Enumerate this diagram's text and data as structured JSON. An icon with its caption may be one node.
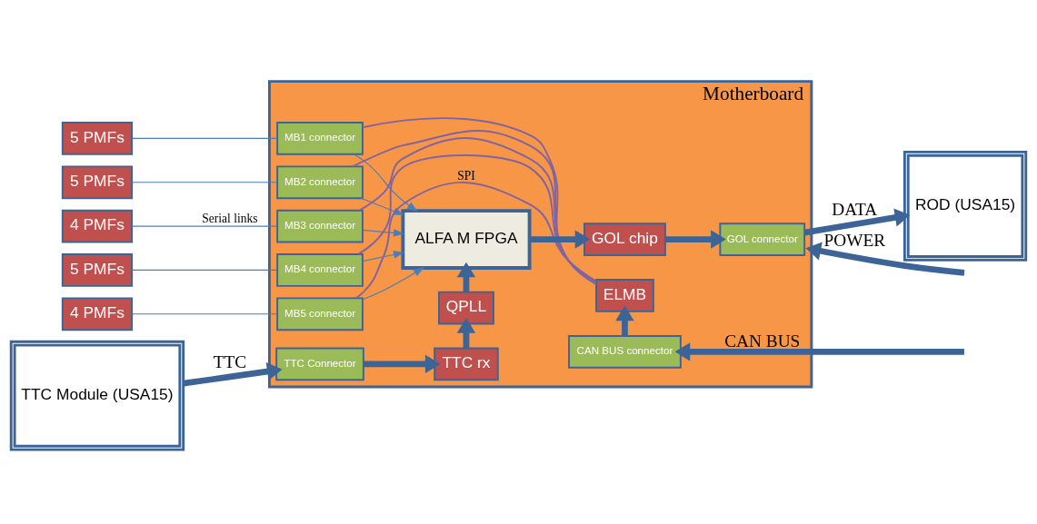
{
  "diagram": {
    "nodes": [
      {
        "text": [
          "Motherboard"
        ]
      },
      {
        "text": [
          "5 PMFs"
        ]
      },
      {
        "text": [
          "5 PMFs"
        ]
      },
      {
        "text": [
          "4 PMFs"
        ]
      },
      {
        "text": [
          "5 PMFs"
        ]
      },
      {
        "text": [
          "4 PMFs"
        ]
      },
      {
        "text": [
          "MB1 connector"
        ],
        "in": 0
      },
      {
        "text": [
          "MB2 connector"
        ],
        "in": 0
      },
      {
        "text": [
          "MB3 connector"
        ],
        "in": 0
      },
      {
        "text": [
          "MB4 connector"
        ],
        "in": 0
      },
      {
        "text": [
          "MB5 connector"
        ],
        "in": 0
      },
      {
        "text": [
          "ALFA M FPGA"
        ],
        "in": 0
      },
      {
        "text": [
          "GOL chip"
        ],
        "in": 0
      },
      {
        "text": [
          "QPLL"
        ],
        "in": 0
      },
      {
        "text": [
          "GOL connector"
        ],
        "in": 0
      },
      {
        "text": [
          "TTC rx"
        ],
        "in": 0
      },
      {
        "text": [
          "ELMB"
        ],
        "in": 0
      },
      {
        "text": [
          "TTC Connector"
        ],
        "in": 0
      },
      {
        "text": [
          "CAN BUS connector"
        ],
        "in": 0
      },
      {
        "text": [
          "TTC Module (USA15)"
        ]
      },
      {
        "text": [
          "ROD (USA15)"
        ]
      }
    ],
    "edges": [
      {
        "from": 1,
        "to": 6,
        "arrow": "none"
      },
      {
        "from": 2,
        "to": 7,
        "arrow": "none"
      },
      {
        "from": 3,
        "to": 8,
        "arrow": "none",
        "label": "Serial links"
      },
      {
        "from": 4,
        "to": 9,
        "arrow": "none"
      },
      {
        "from": 5,
        "to": 10,
        "arrow": "none"
      },
      {
        "from": 6,
        "to": 11,
        "arrow": "to"
      },
      {
        "from": 7,
        "to": 11,
        "arrow": "to"
      },
      {
        "from": 8,
        "to": 11,
        "arrow": "to"
      },
      {
        "from": 9,
        "to": 11,
        "arrow": "to"
      },
      {
        "from": 10,
        "to": 11,
        "arrow": "to"
      },
      {
        "from": 6,
        "to": 16,
        "arrow": "none",
        "color": "#8064a2"
      },
      {
        "from": 7,
        "to": 16,
        "arrow": "none",
        "color": "#8064a2"
      },
      {
        "from": 8,
        "to": 16,
        "arrow": "none",
        "color": "#8064a2"
      },
      {
        "from": 9,
        "to": 16,
        "arrow": "none",
        "color": "#8064a2"
      },
      {
        "from": 10,
        "to": 16,
        "arrow": "none",
        "color": "#8064a2",
        "label": "SPI"
      },
      {
        "from": 13,
        "to": 11,
        "arrow": "to",
        "style": "thick"
      },
      {
        "from": 11,
        "to": 12,
        "arrow": "to",
        "style": "thick"
      },
      {
        "from": 12,
        "to": 14,
        "arrow": "to",
        "style": "thick"
      },
      {
        "from": 15,
        "to": 13,
        "arrow": "to",
        "style": "thick"
      },
      {
        "from": 17,
        "to": 15,
        "arrow": "to",
        "style": "thick"
      },
      {
        "from": 18,
        "to": 16,
        "arrow": "to",
        "style": "thick"
      },
      {
        "from": 19,
        "to": 17,
        "arrow": "to",
        "style": "thick",
        "label": "TTC"
      },
      {
        "from": 14,
        "to": 20,
        "arrow": "to",
        "style": "thick",
        "label": "DATA"
      },
      {
        "from": null,
        "to": 0,
        "arrow": "to",
        "style": "thick",
        "label": "POWER"
      },
      {
        "from": null,
        "to": 18,
        "arrow": "to",
        "style": "thick",
        "label": "CAN BUS"
      }
    ]
  }
}
